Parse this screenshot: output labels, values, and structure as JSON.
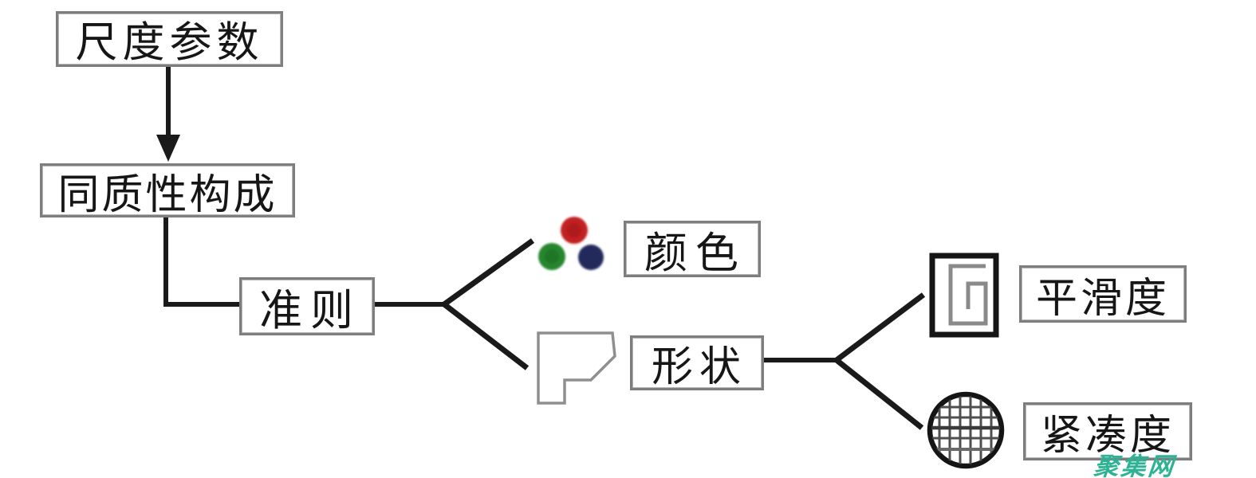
{
  "nodes": {
    "scale_parameter": {
      "label": "尺度参数"
    },
    "homogeneity_composition": {
      "label": "同质性构成"
    },
    "criterion": {
      "label": "准则"
    },
    "color": {
      "label": "颜色"
    },
    "shape": {
      "label": "形状"
    },
    "smoothness": {
      "label": "平滑度"
    },
    "compactness": {
      "label": "紧凑度"
    }
  },
  "edges": [
    {
      "from": "尺度参数",
      "to": "同质性构成",
      "style": "arrow-down"
    },
    {
      "from": "同质性构成",
      "to": "准则",
      "style": "elbow"
    },
    {
      "from": "准则",
      "to": "颜色",
      "style": "fork-up"
    },
    {
      "from": "准则",
      "to": "形状",
      "style": "fork-down"
    },
    {
      "from": "形状",
      "to": "平滑度",
      "style": "fork-up"
    },
    {
      "from": "形状",
      "to": "紧凑度",
      "style": "fork-down"
    }
  ],
  "icons": {
    "color_icon": "rgb-dots-icon",
    "shape_icon": "polygon-outline-icon",
    "smoothness_icon": "square-spiral-icon",
    "compactness_icon": "grid-circle-icon"
  },
  "colors": {
    "dot_red": "#c32020",
    "dot_green": "#27862f",
    "dot_blue": "#232a5c",
    "line": "#1a1a1a",
    "box_border": "#7e7e7e",
    "watermark": "#2db394"
  },
  "watermark": {
    "label": "聚集网"
  }
}
